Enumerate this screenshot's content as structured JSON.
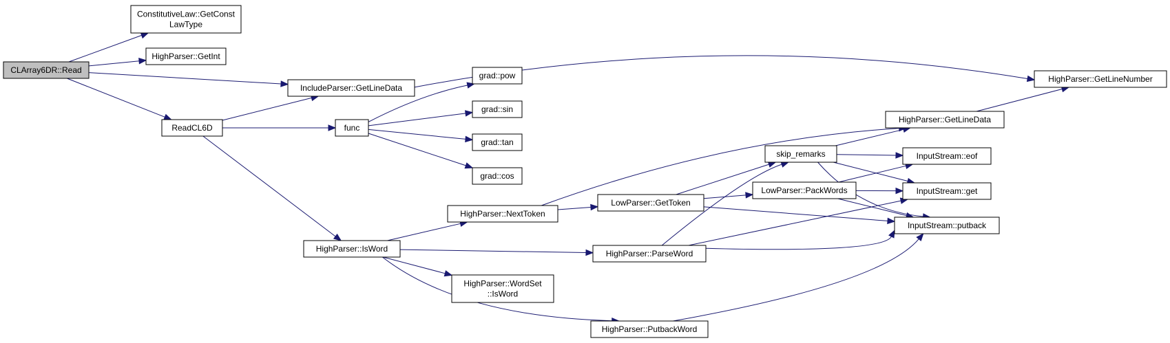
{
  "diagram": {
    "edge_color": "#191970",
    "root_fill": "#bfbfbf",
    "nodes": [
      {
        "id": "clarray",
        "lines": [
          "CLArray6DR::Read"
        ],
        "root": true
      },
      {
        "id": "getconst",
        "lines": [
          "ConstitutiveLaw::GetConst",
          "LawType"
        ]
      },
      {
        "id": "getint",
        "lines": [
          "HighParser::GetInt"
        ]
      },
      {
        "id": "inclgld",
        "lines": [
          "IncludeParser::GetLineData"
        ]
      },
      {
        "id": "readcl6d",
        "lines": [
          "ReadCL6D"
        ]
      },
      {
        "id": "func",
        "lines": [
          "func"
        ]
      },
      {
        "id": "pow",
        "lines": [
          "grad::pow"
        ]
      },
      {
        "id": "sin",
        "lines": [
          "grad::sin"
        ]
      },
      {
        "id": "tan",
        "lines": [
          "grad::tan"
        ]
      },
      {
        "id": "cos",
        "lines": [
          "grad::cos"
        ]
      },
      {
        "id": "isword",
        "lines": [
          "HighParser::IsWord"
        ]
      },
      {
        "id": "nexttoken",
        "lines": [
          "HighParser::NextToken"
        ]
      },
      {
        "id": "wordset",
        "lines": [
          "HighParser::WordSet",
          "::IsWord"
        ]
      },
      {
        "id": "parseword",
        "lines": [
          "HighParser::ParseWord"
        ]
      },
      {
        "id": "putbackword",
        "lines": [
          "HighParser::PutbackWord"
        ]
      },
      {
        "id": "gettoken",
        "lines": [
          "LowParser::GetToken"
        ]
      },
      {
        "id": "skip",
        "lines": [
          "skip_remarks"
        ]
      },
      {
        "id": "packwords",
        "lines": [
          "LowParser::PackWords"
        ]
      },
      {
        "id": "hpgld",
        "lines": [
          "HighParser::GetLineData"
        ]
      },
      {
        "id": "getlinenum",
        "lines": [
          "HighParser::GetLineNumber"
        ]
      },
      {
        "id": "eof",
        "lines": [
          "InputStream::eof"
        ]
      },
      {
        "id": "get",
        "lines": [
          "InputStream::get"
        ]
      },
      {
        "id": "putback",
        "lines": [
          "InputStream::putback"
        ]
      }
    ],
    "edges": [
      [
        "clarray",
        "getconst"
      ],
      [
        "clarray",
        "getint"
      ],
      [
        "clarray",
        "inclgld"
      ],
      [
        "clarray",
        "readcl6d"
      ],
      [
        "inclgld",
        "getlinenum"
      ],
      [
        "readcl6d",
        "inclgld"
      ],
      [
        "readcl6d",
        "func"
      ],
      [
        "readcl6d",
        "isword"
      ],
      [
        "func",
        "pow"
      ],
      [
        "func",
        "sin"
      ],
      [
        "func",
        "tan"
      ],
      [
        "func",
        "cos"
      ],
      [
        "isword",
        "nexttoken"
      ],
      [
        "isword",
        "parseword"
      ],
      [
        "isword",
        "wordset"
      ],
      [
        "isword",
        "putbackword"
      ],
      [
        "nexttoken",
        "hpgld"
      ],
      [
        "nexttoken",
        "gettoken"
      ],
      [
        "gettoken",
        "skip"
      ],
      [
        "gettoken",
        "packwords"
      ],
      [
        "gettoken",
        "putback"
      ],
      [
        "parseword",
        "skip"
      ],
      [
        "parseword",
        "get"
      ],
      [
        "parseword",
        "putback"
      ],
      [
        "putbackword",
        "putback"
      ],
      [
        "skip",
        "hpgld"
      ],
      [
        "skip",
        "eof"
      ],
      [
        "skip",
        "get"
      ],
      [
        "skip",
        "putback"
      ],
      [
        "packwords",
        "eof"
      ],
      [
        "packwords",
        "get"
      ],
      [
        "packwords",
        "putback"
      ],
      [
        "hpgld",
        "getlinenum"
      ]
    ]
  }
}
